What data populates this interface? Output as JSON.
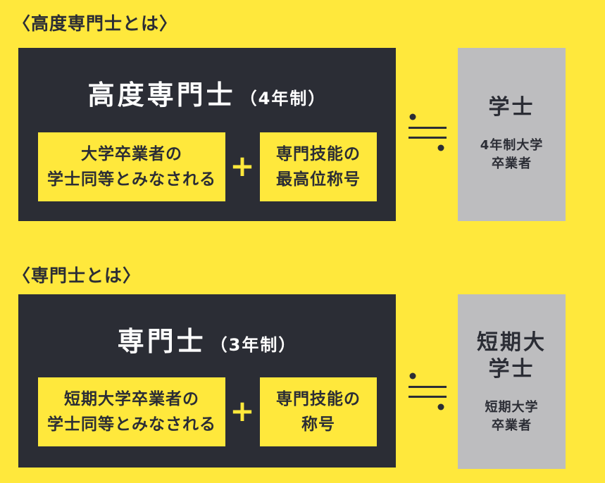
{
  "section1": {
    "heading": "〈高度専門士とは〉",
    "title": "高度専門士",
    "title_sub": "（4年制）",
    "box_left_lines": [
      "大学卒業者の",
      "学士同等とみなされる"
    ],
    "plus": "+",
    "box_right_lines": [
      "専門技能の",
      "最高位称号"
    ],
    "approx_symbol": "≒",
    "equiv_title_lines": [
      "学士"
    ],
    "equiv_sub_lines": [
      "4年制大学",
      "卒業者"
    ]
  },
  "section2": {
    "heading": "〈専門士とは〉",
    "title": "専門士",
    "title_sub": "（3年制）",
    "box_left_lines": [
      "短期大学卒業者の",
      "学士同等とみなされる"
    ],
    "plus": "+",
    "box_right_lines": [
      "専門技能の",
      "称号"
    ],
    "approx_symbol": "≒",
    "equiv_title_lines": [
      "短期大",
      "学士"
    ],
    "equiv_sub_lines": [
      "短期大学",
      "卒業者"
    ]
  },
  "colors": {
    "background": "#FFE83C",
    "dark": "#2B2D35",
    "gray": "#BDBDBF",
    "white": "#FFFFFF"
  }
}
